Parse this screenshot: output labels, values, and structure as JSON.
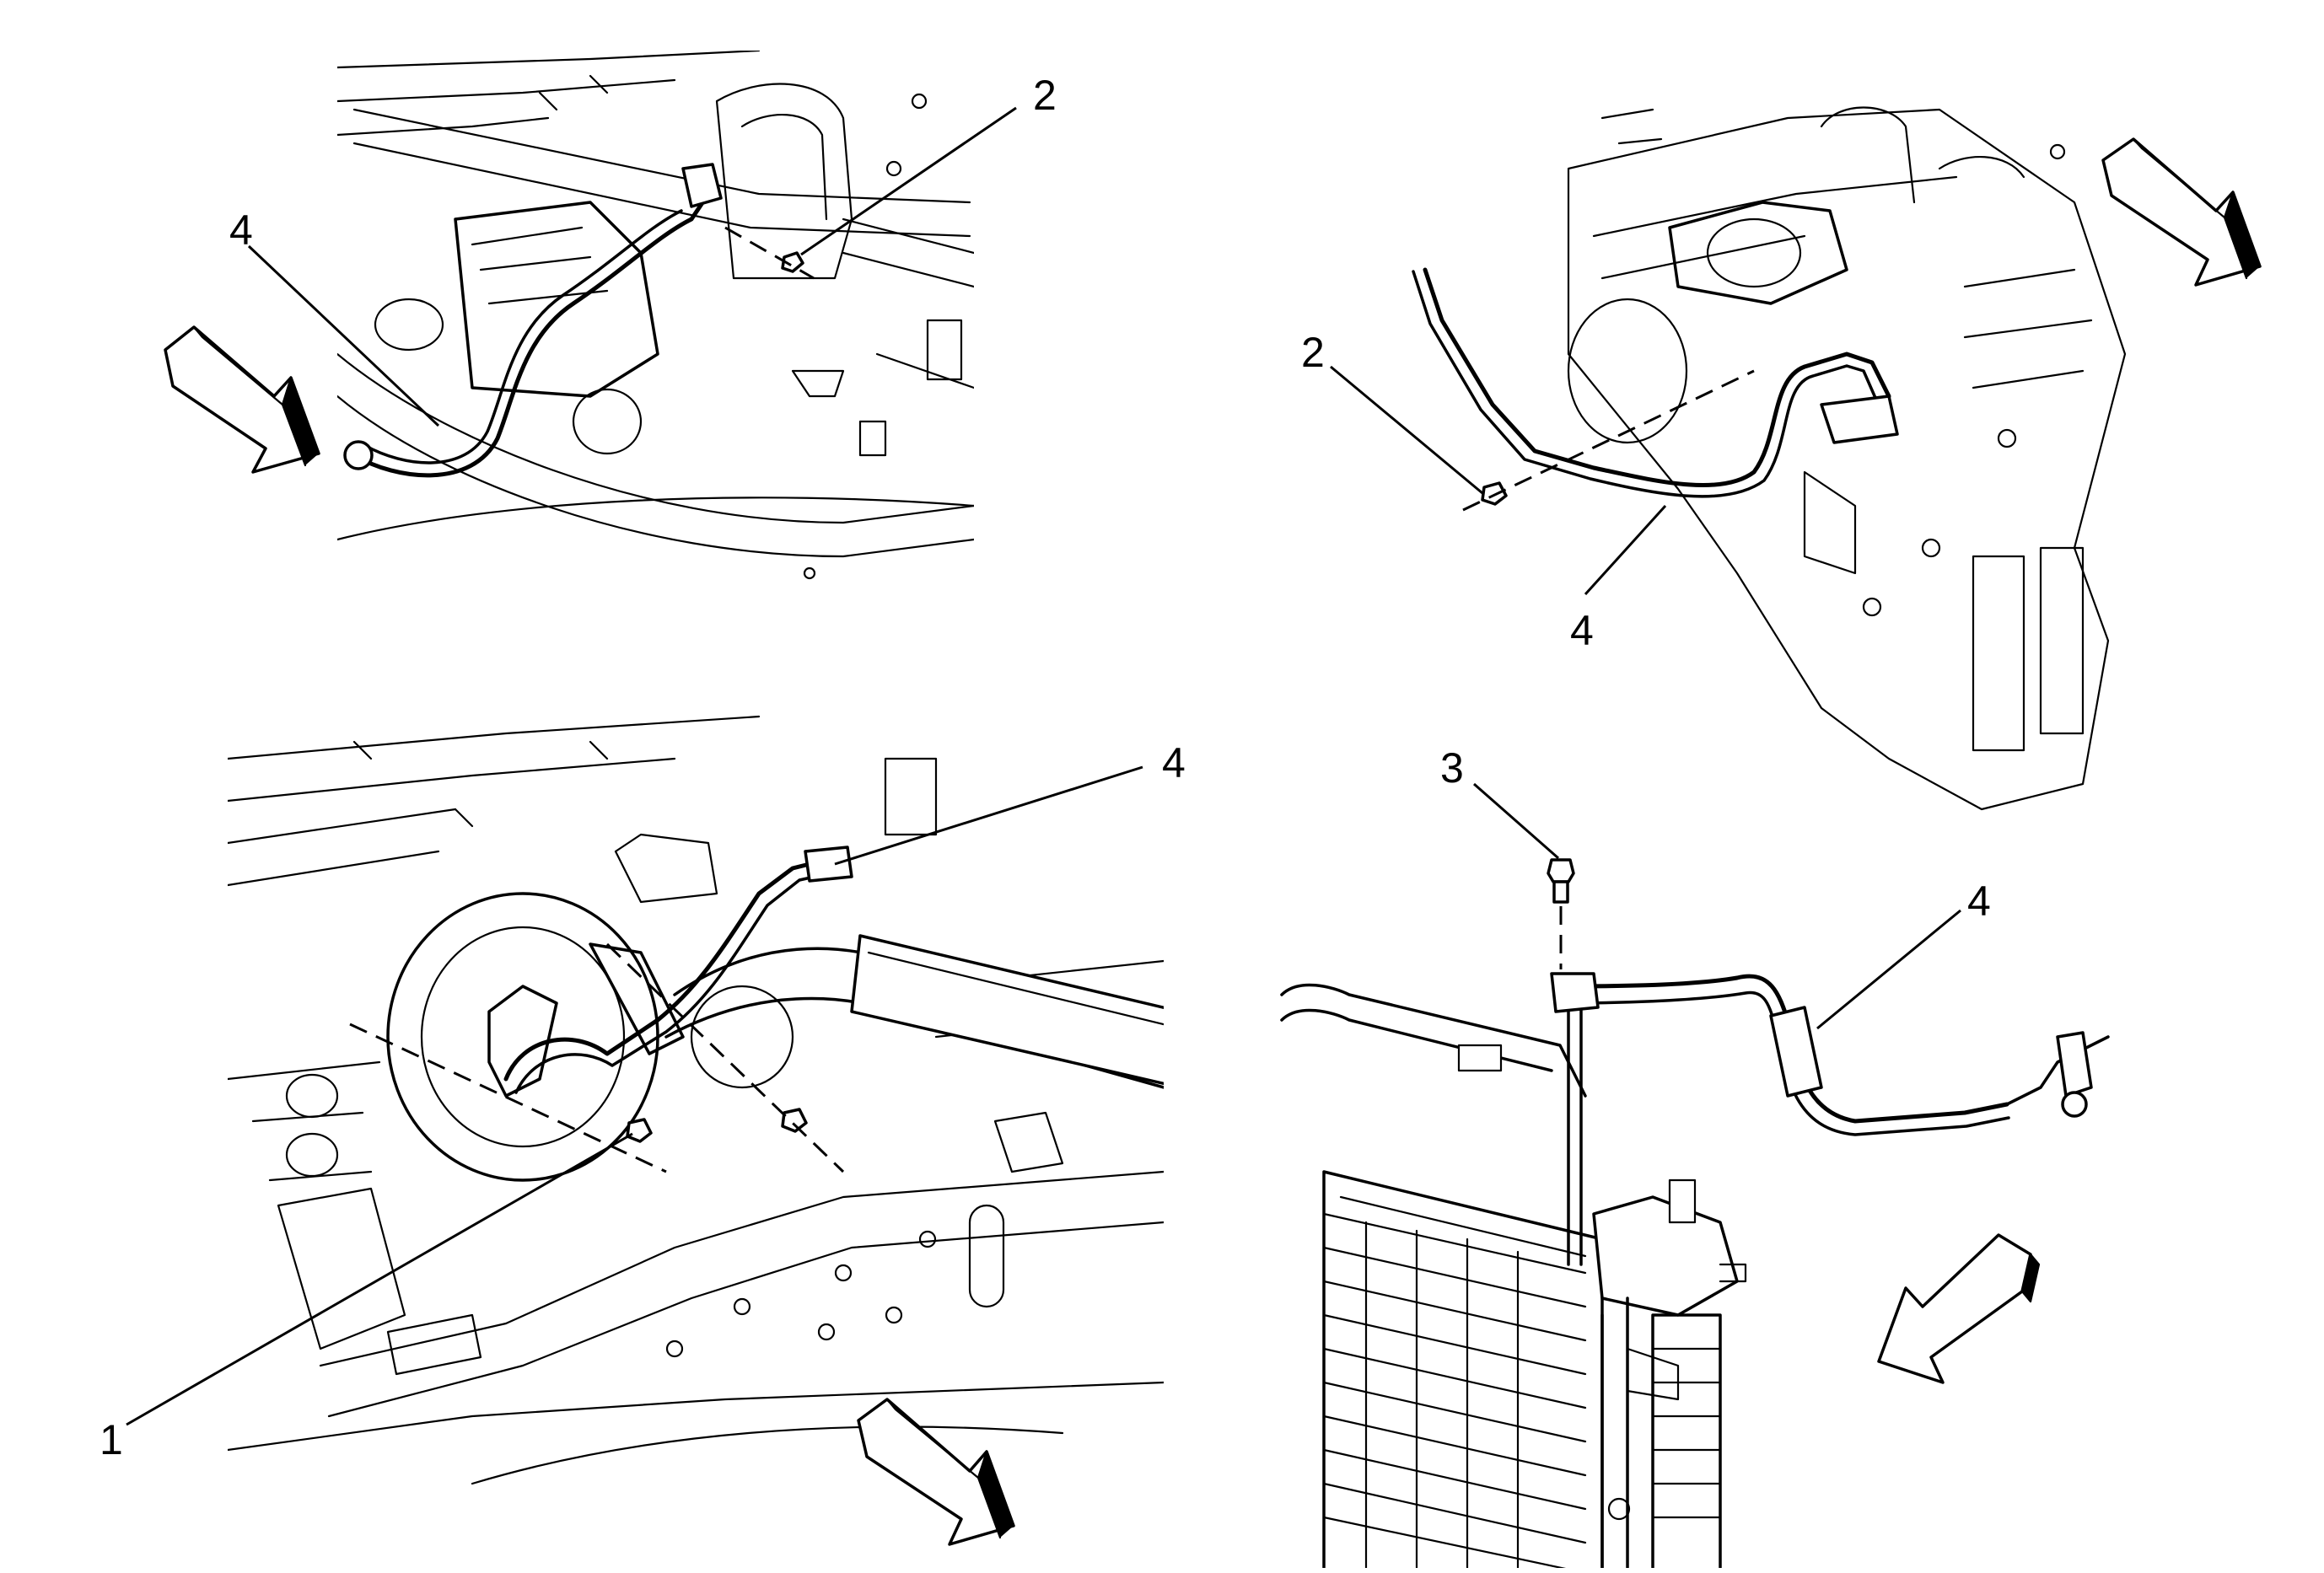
{
  "callouts": {
    "top_left_4": "4",
    "top_left_2": "2",
    "top_right_2": "2",
    "top_right_4": "4",
    "bottom_left_4": "4",
    "bottom_left_1": "1",
    "bottom_right_3": "3",
    "bottom_right_4": "4"
  },
  "direction_arrows": [
    "forward-arrow-icon",
    "forward-arrow-icon",
    "forward-arrow-icon",
    "forward-arrow-icon"
  ]
}
